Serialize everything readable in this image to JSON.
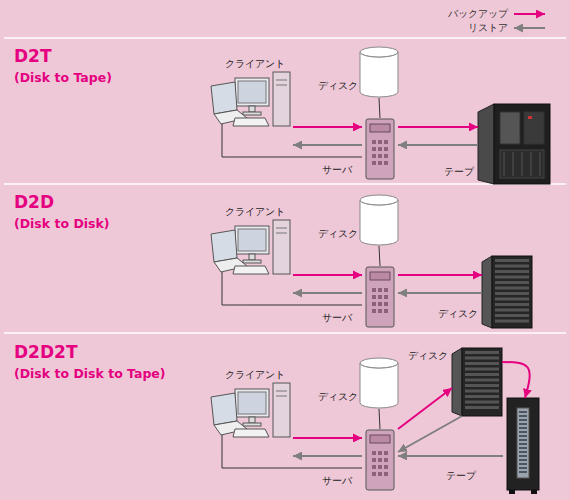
{
  "diagram": {
    "nodes": [
      {
        "text": [
          "クライアント"
        ]
      },
      {
        "text": [
          "ディスク"
        ]
      },
      {
        "text": [
          "サーバ"
        ]
      },
      {
        "text": [
          "テープ"
        ]
      },
      {
        "text": [
          "クライアント"
        ]
      },
      {
        "text": [
          "ディスク"
        ]
      },
      {
        "text": [
          "サーバ"
        ]
      },
      {
        "text": [
          "ディスク"
        ]
      },
      {
        "text": [
          "ディスク"
        ]
      },
      {
        "text": [
          "クライアント"
        ]
      },
      {
        "text": [
          "ディスク"
        ]
      },
      {
        "text": [
          "サーバ"
        ]
      },
      {
        "text": [
          "テープ"
        ]
      }
    ],
    "edges": [
      {
        "from": 0,
        "to": 2,
        "arrow": "to"
      },
      {
        "from": 2,
        "to": 0,
        "arrow": "to"
      },
      {
        "from": 0,
        "to": 2,
        "arrow": "none"
      },
      {
        "from": 1,
        "to": 2,
        "arrow": "none"
      },
      {
        "from": 2,
        "to": 3,
        "arrow": "to"
      },
      {
        "from": 3,
        "to": 2,
        "arrow": "to"
      },
      {
        "from": 4,
        "to": 6,
        "arrow": "to"
      },
      {
        "from": 6,
        "to": 4,
        "arrow": "to"
      },
      {
        "from": 4,
        "to": 6,
        "arrow": "none"
      },
      {
        "from": 5,
        "to": 6,
        "arrow": "none"
      },
      {
        "from": 6,
        "to": 7,
        "arrow": "to"
      },
      {
        "from": 7,
        "to": 6,
        "arrow": "to"
      },
      {
        "from": 9,
        "to": 11,
        "arrow": "to"
      },
      {
        "from": 11,
        "to": 9,
        "arrow": "to"
      },
      {
        "from": 9,
        "to": 11,
        "arrow": "none"
      },
      {
        "from": 10,
        "to": 11,
        "arrow": "none"
      },
      {
        "from": 11,
        "to": 8,
        "arrow": "to"
      },
      {
        "from": 8,
        "to": 11,
        "arrow": "to"
      },
      {
        "from": 8,
        "to": 12,
        "arrow": "to"
      },
      {
        "from": 12,
        "to": 11,
        "arrow": "to"
      }
    ],
    "labels": [
      "D2T",
      "(Disk to Tape)",
      "D2D",
      "(Disk to Disk)",
      "D2D2T",
      "(Disk to Disk to Tape)"
    ],
    "legend": [
      {
        "text": "バックアップ"
      },
      {
        "text": "リストア"
      }
    ]
  }
}
